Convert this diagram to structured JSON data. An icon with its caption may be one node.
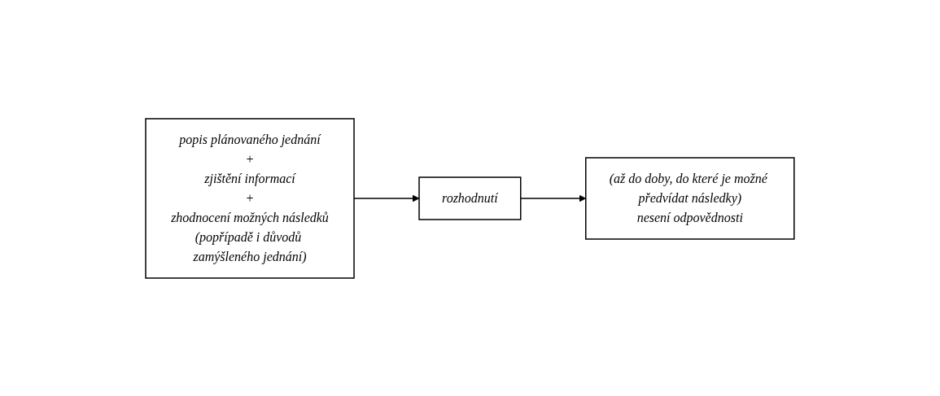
{
  "diagram": {
    "nodes": [
      {
        "text": [
          "popis plánovaného jednání",
          "+",
          "zjištění informací",
          "+",
          "zhodnocení možných následků",
          "(popřípadě i důvodů zamýšleného jednání)"
        ]
      },
      {
        "text": [
          "rozhodnutí"
        ]
      },
      {
        "text": [
          "(až do doby, do které je možné předvídat následky)",
          "nesení odpovědnosti"
        ]
      }
    ],
    "edges": [
      {
        "from": 0,
        "to": 1,
        "arrow": "to"
      },
      {
        "from": 1,
        "to": 2,
        "arrow": "to"
      }
    ]
  }
}
